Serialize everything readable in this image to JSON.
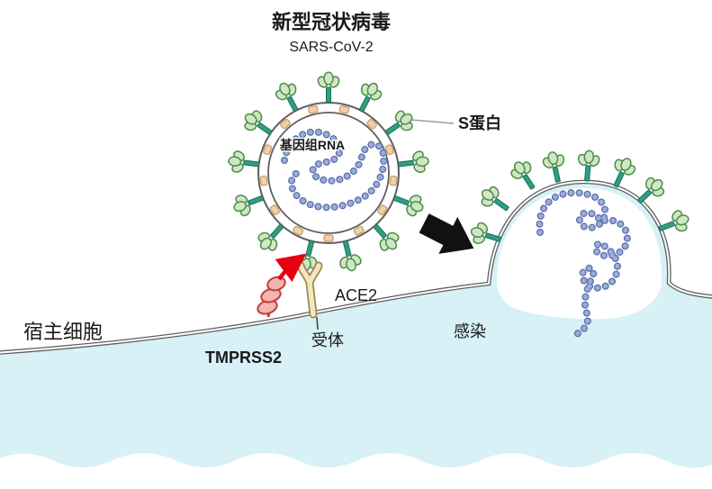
{
  "title": {
    "main": "新型冠状病毒",
    "sub": "SARS-CoV-2"
  },
  "labels": {
    "genome_rna": "基因组RNA",
    "s_protein": "S蛋白",
    "ace2": "ACE2",
    "receptor": "受体",
    "tmprss2": "TMPRSS2",
    "host_cell": "宿主细胞",
    "infection": "感染"
  },
  "colors": {
    "red_label": "#e60012",
    "text": "#1a1a1a",
    "cell_fill": "#d7f1f6",
    "membrane_line": "#5f5f5f",
    "spike_head": "#cfe7c2",
    "spike_head_outline": "#4e8c4e",
    "spike_stem": "#2f9e82",
    "membrane_protein": "#f4d0a6",
    "membrane_protein_outline": "#c49a6c",
    "rna_bead": "#9badd9",
    "rna_bead_outline": "#5c6fae",
    "ace2_fill": "#f3e7c0",
    "ace2_outline": "#a08850",
    "tmprss2_fill": "#f2b5b0",
    "tmprss2_outline": "#c43c3c",
    "arrow_black": "#111111"
  }
}
